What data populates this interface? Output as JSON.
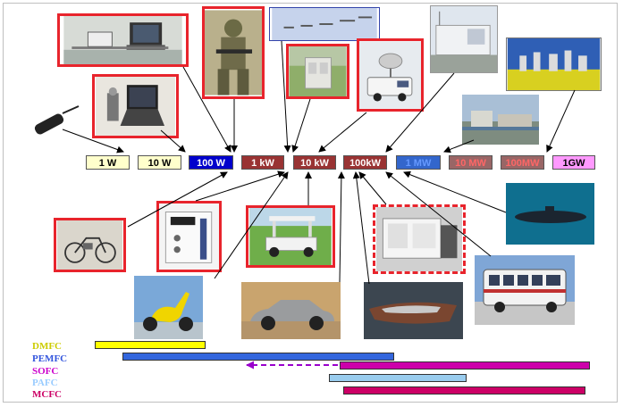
{
  "power_levels": [
    {
      "label": "1 W",
      "bg": "#ffffcc",
      "color": "#000000"
    },
    {
      "label": "10 W",
      "bg": "#ffffcc",
      "color": "#000000"
    },
    {
      "label": "100 W",
      "bg": "#0000cc",
      "color": "#ffffff"
    },
    {
      "label": "1 kW",
      "bg": "#993333",
      "color": "#ffffff"
    },
    {
      "label": "10 kW",
      "bg": "#993333",
      "color": "#ffffff"
    },
    {
      "label": "100kW",
      "bg": "#993333",
      "color": "#ffffff"
    },
    {
      "label": "1 MW",
      "bg": "#3366cc",
      "color": "#6699ff"
    },
    {
      "label": "10 MW",
      "bg": "#996666",
      "color": "#ff6666"
    },
    {
      "label": "100MW",
      "bg": "#996666",
      "color": "#ff6666"
    },
    {
      "label": "1GW",
      "bg": "#ff99ff",
      "color": "#000000"
    }
  ],
  "technologies": [
    {
      "label": "DMFC",
      "color": "#cccc00",
      "bar_color": "#ffff00"
    },
    {
      "label": "PEMFC",
      "color": "#3355dd",
      "bar_color": "#3366dd"
    },
    {
      "label": "SOFC",
      "color": "#cc00cc",
      "bar_color": "#cc00aa"
    },
    {
      "label": "PAFC",
      "color": "#99ccff",
      "bar_color": "#99ccee"
    },
    {
      "label": "MCFC",
      "color": "#cc0066",
      "bar_color": "#cc0066"
    }
  ],
  "colors": {
    "frame_red": "#e8242c",
    "arrow": "#000000",
    "sofc_dash": "#9900cc"
  }
}
